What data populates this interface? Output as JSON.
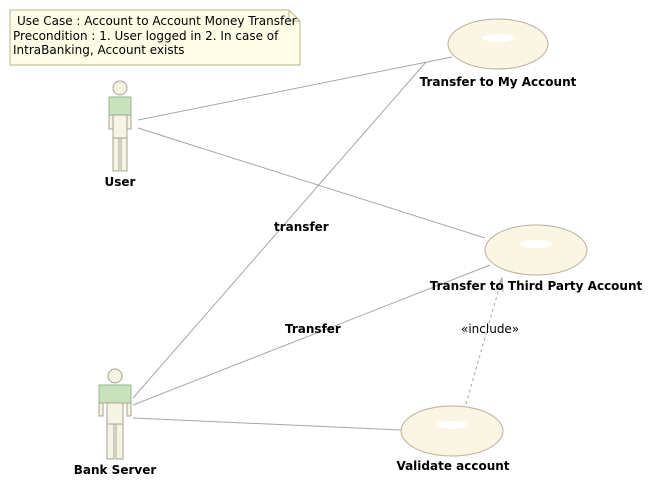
{
  "note": {
    "lines": [
      "Use Case : Account to Account Money Transfer",
      "Precondition : 1. User logged in 2. In case of",
      "IntraBanking, Account exists"
    ]
  },
  "actors": {
    "user": {
      "label": "User"
    },
    "bank_server": {
      "label": "Bank Server"
    }
  },
  "use_cases": {
    "transfer_my_account": {
      "label": "Transfer to My Account"
    },
    "transfer_third_party": {
      "label": "Transfer to Third Party Account"
    },
    "validate_account": {
      "label": "Validate account"
    }
  },
  "associations": {
    "transfer_lower": {
      "label": "transfer"
    },
    "transfer_upper": {
      "label": "Transfer"
    }
  },
  "dependency": {
    "label": "«include»"
  },
  "colors": {
    "use_case_fill": "#fbf5e4",
    "actor_body": "#c8e2bc",
    "note_fill": "#fffde6",
    "line": "#a6a6a6"
  }
}
